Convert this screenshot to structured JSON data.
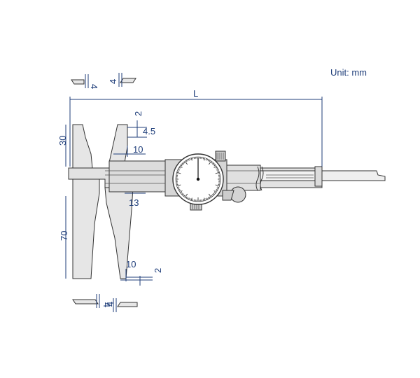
{
  "unit_label": "Unit: mm",
  "dimensions": {
    "length": "L",
    "tip_width_outer": "4",
    "tip_width_inner": "4",
    "upper_jaw_depth": "30",
    "upper_tip_offset": "2",
    "upper_tip_height": "4.5",
    "upper_jaw_gap": "10",
    "lower_jaw_offset": "13",
    "lower_jaw_depth": "70",
    "lower_tip_width": "10",
    "lower_tip_offset": "2",
    "bottom_tip_width_outer": "4",
    "bottom_tip_width_inner": "4"
  },
  "colors": {
    "body_fill": "#e6e6e6",
    "outline": "#333333",
    "dimension_line": "#1f3e7a",
    "dial_fill": "#ffffff"
  }
}
